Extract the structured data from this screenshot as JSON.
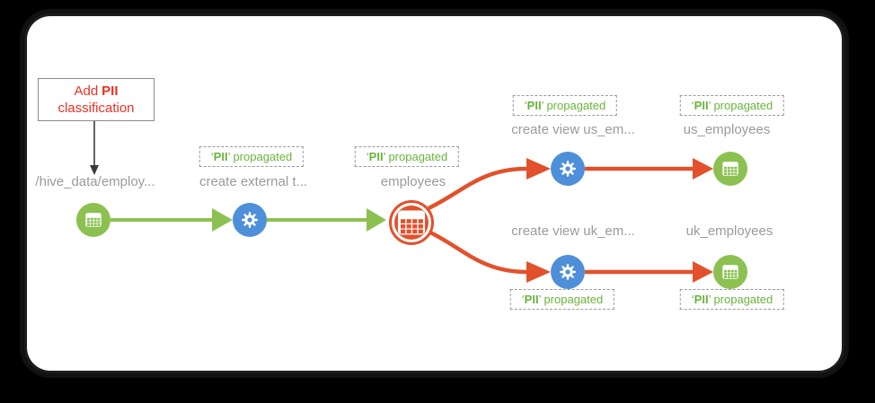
{
  "diagram": {
    "callout": {
      "action": "Add",
      "tag": "PII",
      "line2": "classification"
    },
    "pii_badge": {
      "open_quote": "‘",
      "tag": "PII",
      "close_quote": "’",
      "text": "propagated"
    },
    "nodes": {
      "hive_path": {
        "label": "/hive_data/employ...",
        "type": "dataset",
        "icon": "table-icon"
      },
      "create_external_table": {
        "label": "create external t...",
        "type": "process",
        "icon": "gear-icon"
      },
      "employees": {
        "label": "employees",
        "type": "dataset",
        "icon": "table-icon",
        "state": "pii-tag-source"
      },
      "create_view_us": {
        "label": "create view us_em...",
        "type": "process",
        "icon": "gear-icon"
      },
      "us_employees": {
        "label": "us_employees",
        "type": "dataset",
        "icon": "table-icon"
      },
      "create_view_uk": {
        "label": "create view uk_em...",
        "type": "process",
        "icon": "gear-icon"
      },
      "uk_employees": {
        "label": "uk_employees",
        "type": "dataset",
        "icon": "table-icon"
      }
    },
    "colors": {
      "dataset_green": "#8cc152",
      "process_blue": "#4e8fd9",
      "propagation_red": "#e2512b",
      "pii_green": "#6ab43c",
      "label_gray": "#9b9b9b",
      "callout_red": "#ee3023"
    }
  }
}
